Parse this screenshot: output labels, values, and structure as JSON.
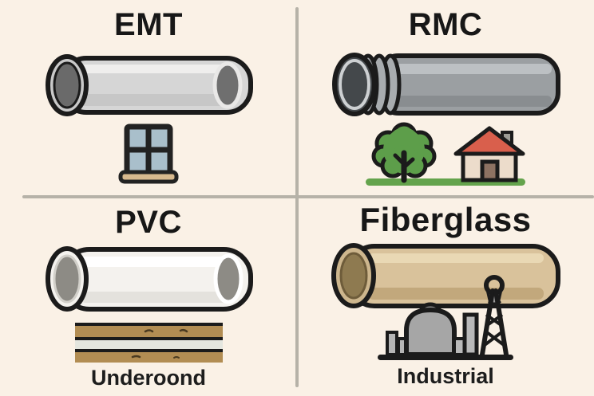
{
  "illustration": {
    "background_color": "#faf1e6",
    "divider_color": "#b6b2a8",
    "outline_color": "#1b1b1b",
    "quadrants": [
      {
        "id": "emt",
        "title": "EMT",
        "pipe_style": "smooth metallic tube",
        "pipe_color": "#d6d6d6",
        "pipe_end_color": "#6f6f6f",
        "icon": "window-icon",
        "icon_colors": {
          "panes": "#a9bfcb",
          "sill": "#d7b98e"
        },
        "caption": ""
      },
      {
        "id": "rmc",
        "title": "RMC",
        "pipe_style": "rigid conduit with threaded end",
        "pipe_color": "#9b9fa2",
        "pipe_end_color": "#44484b",
        "icon": "tree-and-house-icon",
        "icon_colors": {
          "tree": "#5d9e4a",
          "roof": "#d95f4c",
          "walls": "#ecdccb",
          "door": "#8d7262",
          "grass": "#64a34c",
          "chimney": "#9b9b95"
        },
        "caption": ""
      },
      {
        "id": "pvc",
        "title": "PVC",
        "pipe_style": "smooth white plastic tube",
        "pipe_color": "#f4f2ee",
        "pipe_end_color": "#8d8b85",
        "icon": "underground-soil-layers-icon",
        "icon_colors": {
          "soil": "#b28d53",
          "middle_layer": "#e4e6df"
        },
        "caption": "Underoond"
      },
      {
        "id": "fiberglass",
        "title": "Fiberglass",
        "pipe_style": "smooth tan composite tube",
        "pipe_color": "#d9c29b",
        "pipe_end_color": "#8e7a50",
        "icon": "industrial-plant-icon",
        "icon_colors": {
          "tank": "#a6a6a6",
          "tower": "#1b1b1b"
        },
        "caption": "Industrial"
      }
    ]
  }
}
